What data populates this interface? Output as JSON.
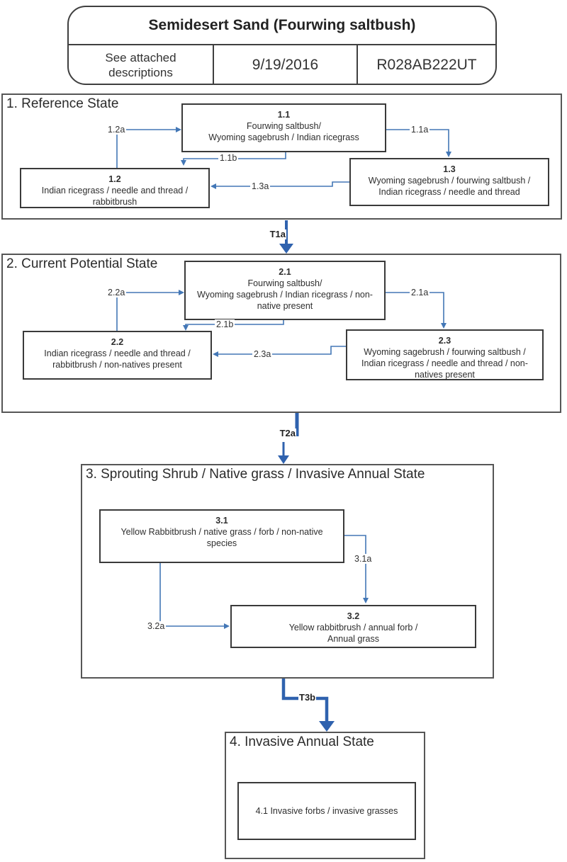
{
  "colors": {
    "arrow": "#4377b6",
    "transition": "#2f62ae",
    "box-border": "#3a3a3a",
    "section-border": "#565656",
    "text": "#2e2e2e"
  },
  "header": {
    "title": "Semidesert Sand (Fourwing saltbush)",
    "note": "See attached\ndescriptions",
    "date": "9/19/2016",
    "site_id": "R028AB222UT"
  },
  "sections": [
    {
      "title": "1. Reference State",
      "boxes": [
        {
          "num": "1.1",
          "body": "Fourwing saltbush/\nWyoming sagebrush / Indian ricegrass"
        },
        {
          "num": "1.2",
          "body": "Indian ricegrass / needle and thread /\nrabbitbrush"
        },
        {
          "num": "1.3",
          "body": "Wyoming sagebrush / fourwing saltbush /\nIndian ricegrass / needle and thread"
        }
      ]
    },
    {
      "title": "2. Current Potential State",
      "boxes": [
        {
          "num": "2.1",
          "body": "Fourwing saltbush/\nWyoming sagebrush / Indian ricegrass / non-\nnative present"
        },
        {
          "num": "2.2",
          "body": "Indian ricegrass / needle and thread /\nrabbitbrush / non-natives present"
        },
        {
          "num": "2.3",
          "body": "Wyoming sagebrush / fourwing saltbush /\nIndian ricegrass / needle and thread / non-\nnatives present"
        }
      ]
    },
    {
      "title": "3. Sprouting Shrub / Native grass / Invasive Annual State",
      "boxes": [
        {
          "num": "3.1",
          "body": "Yellow Rabbitbrush / native grass / forb / non-native\nspecies"
        },
        {
          "num": "3.2",
          "body": "Yellow rabbitbrush / annual forb /\nAnnual grass"
        }
      ]
    },
    {
      "title": "4. Invasive Annual State",
      "boxes": [
        {
          "num": "",
          "body": "4.1 Invasive forbs / invasive grasses"
        }
      ]
    }
  ],
  "pathway_labels": {
    "p12a": "1.2a",
    "p11a": "1.1a",
    "p11b": "1.1b",
    "p13a": "1.3a",
    "p22a": "2.2a",
    "p21a": "2.1a",
    "p21b": "2.1b",
    "p23a": "2.3a",
    "p31a": "3.1a",
    "p32a": "3.2a"
  },
  "transition_labels": {
    "t1a": "T1a",
    "t2a": "T2a",
    "t3b": "T3b"
  }
}
